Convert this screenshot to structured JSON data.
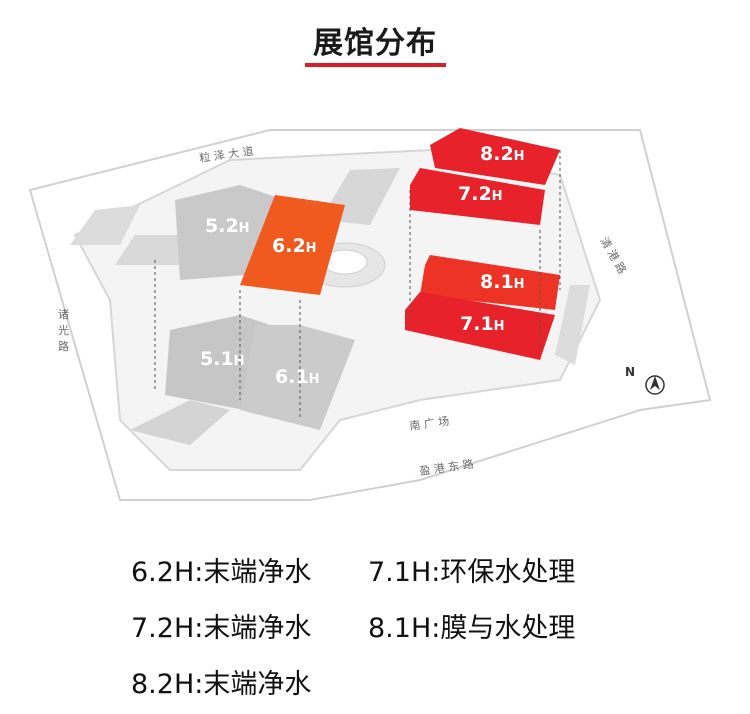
{
  "title": "展馆分布",
  "colors": {
    "accent_red": "#d81e26",
    "hall_red": "#e8222a",
    "hall_orange": "#f05a1e",
    "hall_gray": "#cfcfcf"
  },
  "map": {
    "roads": {
      "top": "粒 泽 大 道",
      "left": "诸 光 路",
      "right": "清 港 路",
      "bottom": "盈 港 东 路",
      "south_plaza": "南 广 场"
    },
    "halls": {
      "h82": {
        "num": "8.2",
        "unit": "H"
      },
      "h72": {
        "num": "7.2",
        "unit": "H"
      },
      "h81": {
        "num": "8.1",
        "unit": "H"
      },
      "h71": {
        "num": "7.1",
        "unit": "H"
      },
      "h52": {
        "num": "5.2",
        "unit": "H"
      },
      "h62": {
        "num": "6.2",
        "unit": "H"
      },
      "h51": {
        "num": "5.1",
        "unit": "H"
      },
      "h61": {
        "num": "6.1",
        "unit": "H"
      }
    },
    "compass": "N"
  },
  "legend": {
    "item1": "6.2H:末端净水",
    "item2": "7.1H:环保水处理",
    "item3": "7.2H:末端净水",
    "item4": "8.1H:膜与水处理",
    "item5": "8.2H:末端净水"
  }
}
